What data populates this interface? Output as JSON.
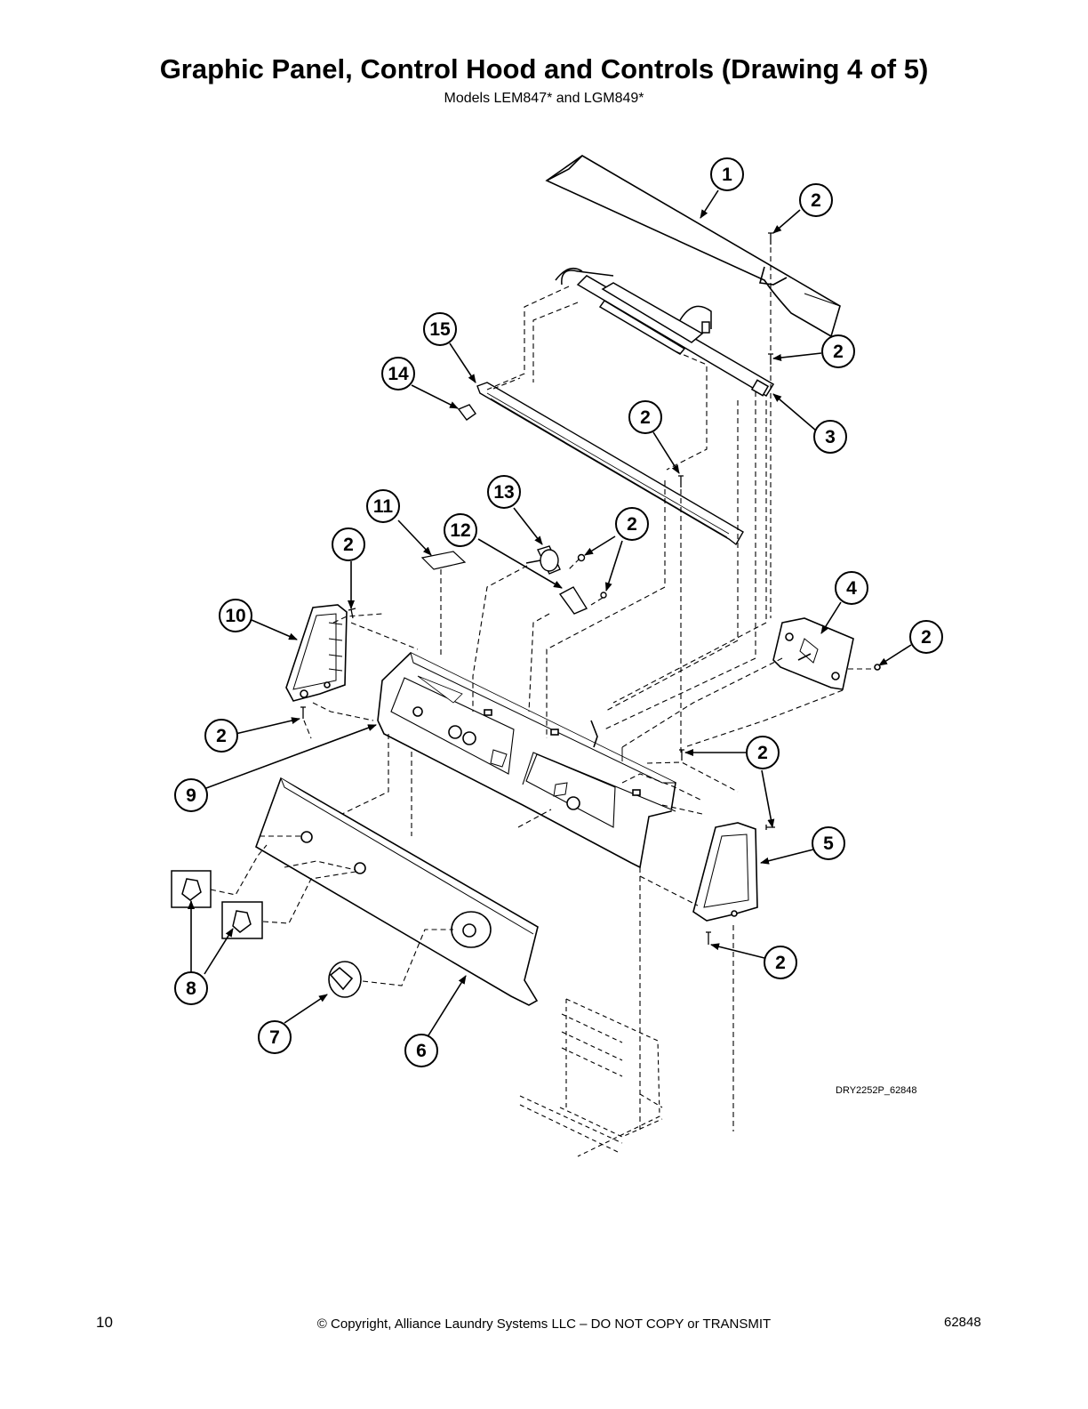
{
  "header": {
    "title": "Graphic Panel, Control Hood and Controls (Drawing 4 of 5)",
    "subtitle": "Models LEM847* and LGM849*"
  },
  "diagram": {
    "drawing_id": "DRY2252P_62848",
    "callouts": [
      "1",
      "2",
      "3",
      "4",
      "5",
      "6",
      "7",
      "8",
      "9",
      "10",
      "11",
      "12",
      "13",
      "14",
      "15"
    ]
  },
  "footer": {
    "page_number": "10",
    "copyright": "© Copyright, Alliance Laundry Systems LLC – DO NOT COPY or TRANSMIT",
    "doc_number": "62848"
  }
}
